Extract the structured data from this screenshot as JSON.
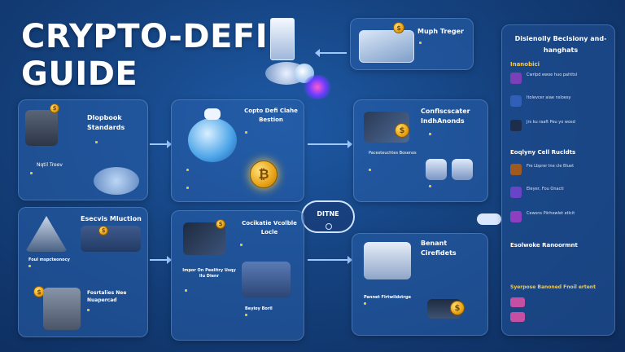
{
  "title": {
    "line1": "CRYPTO-DEFI",
    "line2": "GUIDE"
  },
  "top_card": {
    "title": "Muph Treger"
  },
  "cloud": {
    "label": "DITNE"
  },
  "panels": {
    "p1": {
      "title": "Dlopbook Standards",
      "caption": "Nqtil Treev"
    },
    "p2": {
      "title": "Copto Defi Clahe Bestion"
    },
    "p3": {
      "title": "Conflscscater IndhAnonds",
      "caption": "Pacesteuchtes Bosenos"
    },
    "p4": {
      "title": "Esecvis Mluction",
      "caption": "Foul mspcteonocy",
      "subtitle": "Fosrtalies Nee Nuapercad"
    },
    "p5": {
      "title": "Cocikatie Vcolble Locle",
      "caption": "Impor On Peelitry Usqy Ilu Dienr",
      "sub": "Beyioy Boril"
    },
    "p6": {
      "title": "Benant Cirefidets",
      "caption": "Pannet Flrtwildstrge"
    }
  },
  "sidebar": {
    "title": "Disienoily Becisiony and-hanghats",
    "section1": "Inanobici",
    "section2": "Eoqlyny Cell Rucldts",
    "section3": "Esolwoke Ranoormnt",
    "section4": "Syerpose Banoned Fnoil ertent",
    "rows": [
      "Cwrlpd ewoe huo pahttsl",
      "Itolevcer aiae nsloesy",
      "Jrs ku raaft Peu yo wosd",
      "Fre Lbprer Ine cle Bluet",
      "Eleyer, Fou Onacti",
      "Cewsns Piirhewlet etlcit"
    ]
  },
  "colors": {
    "accent_gold": "#f4c430",
    "panel_blue": "#285faa",
    "title_white": "#ffffff"
  }
}
